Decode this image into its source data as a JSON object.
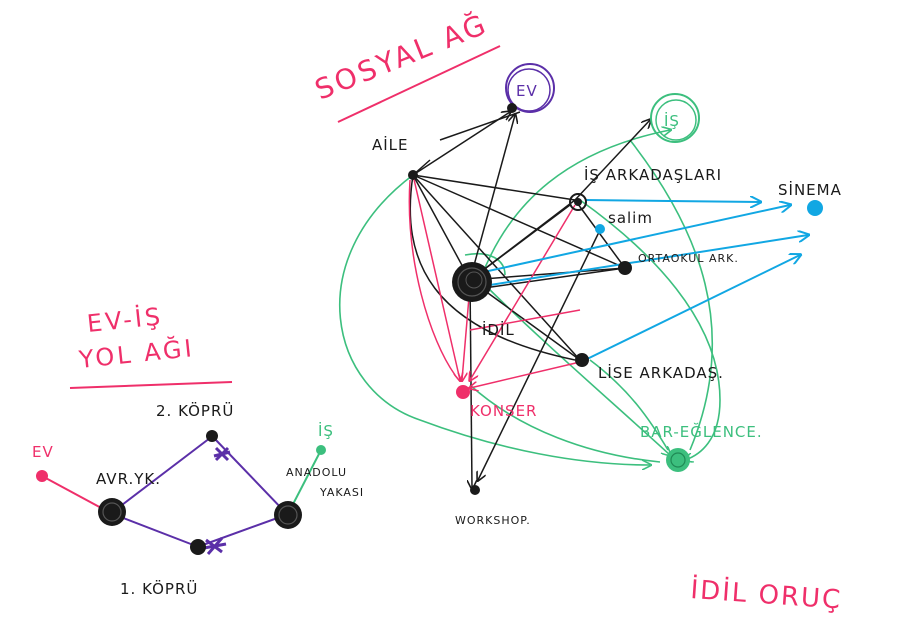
{
  "colors": {
    "ink": "#1a1a1a",
    "pink": "#ef2f6a",
    "green": "#3cbf7e",
    "blue": "#11a7e3",
    "purple": "#5b2fa8"
  },
  "social_network": {
    "title": "SOSYAL AĞ",
    "nodes": {
      "ev": "EV",
      "aile": "AİLE",
      "is": "İŞ",
      "is_arkadaslari": "İŞ ARKADAŞLARI",
      "salim": "salim",
      "sinema": "SİNEMA",
      "ortaokul": "ORTAOKUL ARK.",
      "center": "İDİL",
      "lise": "LİSE ARKADAŞ.",
      "konser": "KONSER",
      "bar": "BAR-EĞLENCE.",
      "workshop": "WORKSHOP."
    }
  },
  "road_network": {
    "title_line1": "EV-İŞ",
    "title_line2": "YOL AĞI",
    "nodes": {
      "ev": "EV",
      "avrupa": "AVR.YK.",
      "kopru2": "2. KÖPRÜ",
      "kopru1": "1. KÖPRÜ",
      "anadolu1": "ANADOLU",
      "anadolu2": "YAKASI",
      "is": "İŞ"
    }
  },
  "signature": "İDİL ORUÇ"
}
